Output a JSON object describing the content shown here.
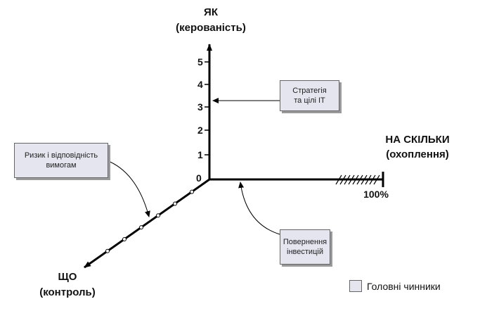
{
  "axes": {
    "vertical": {
      "title": "ЯК",
      "subtitle": "(керованість)"
    },
    "horizontal": {
      "title": "НА СКІЛЬКИ",
      "subtitle": "(охоплення)",
      "end_label": "100%"
    },
    "diagonal": {
      "title": "ЩО",
      "subtitle": "(контроль)"
    }
  },
  "ticks": [
    "0",
    "1",
    "2",
    "3",
    "4",
    "5"
  ],
  "boxes": {
    "strategy": {
      "line1": "Стратегія",
      "line2": "та цілі ІТ"
    },
    "risk": {
      "line1": "Ризик і відповідність",
      "line2": "вимогам"
    },
    "return": {
      "line1": "Повернення",
      "line2": "інвестицій"
    }
  },
  "legend": {
    "label": "Головні чинники",
    "swatch_color": "#e4e5ef"
  },
  "colors": {
    "axis": "#000000",
    "box_fill": "#e4e5ef"
  }
}
